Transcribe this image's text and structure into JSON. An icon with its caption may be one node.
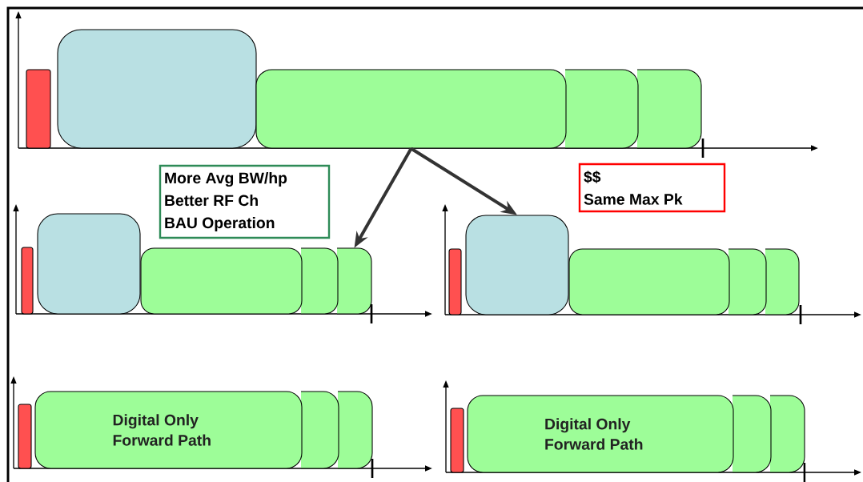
{
  "diagram": {
    "nodes": [
      {
        "text": [],
        "shape": "bar"
      },
      {
        "text": [],
        "shape": "box"
      },
      {
        "text": [],
        "shape": "box"
      },
      {
        "text": [],
        "shape": "box"
      },
      {
        "text": [],
        "shape": "box"
      },
      {
        "text": [
          "More Avg BW/hp",
          "Better RF Ch",
          "BAU Operation"
        ]
      },
      {
        "text": [
          "$$",
          "Same Max Pk"
        ]
      },
      {
        "text": [],
        "shape": "bar"
      },
      {
        "text": [],
        "shape": "box"
      },
      {
        "text": [],
        "shape": "box"
      },
      {
        "text": [],
        "shape": "box"
      },
      {
        "text": [],
        "shape": "box"
      },
      {
        "text": [],
        "shape": "bar"
      },
      {
        "text": [],
        "shape": "box"
      },
      {
        "text": [],
        "shape": "box"
      },
      {
        "text": [],
        "shape": "box"
      },
      {
        "text": [],
        "shape": "box"
      },
      {
        "text": [],
        "shape": "bar"
      },
      {
        "text": [
          "Digital Only Forward Path"
        ]
      },
      {
        "text": [],
        "shape": "box"
      },
      {
        "text": [],
        "shape": "box"
      },
      {
        "text": [],
        "shape": "bar"
      },
      {
        "text": [
          "Digital Only Forward Path"
        ]
      },
      {
        "text": [],
        "shape": "box"
      },
      {
        "text": [],
        "shape": "box"
      }
    ],
    "edges": [
      {
        "from": 2,
        "to": 11,
        "arrow": "to"
      },
      {
        "from": 2,
        "to": 13,
        "arrow": "to"
      }
    ]
  }
}
